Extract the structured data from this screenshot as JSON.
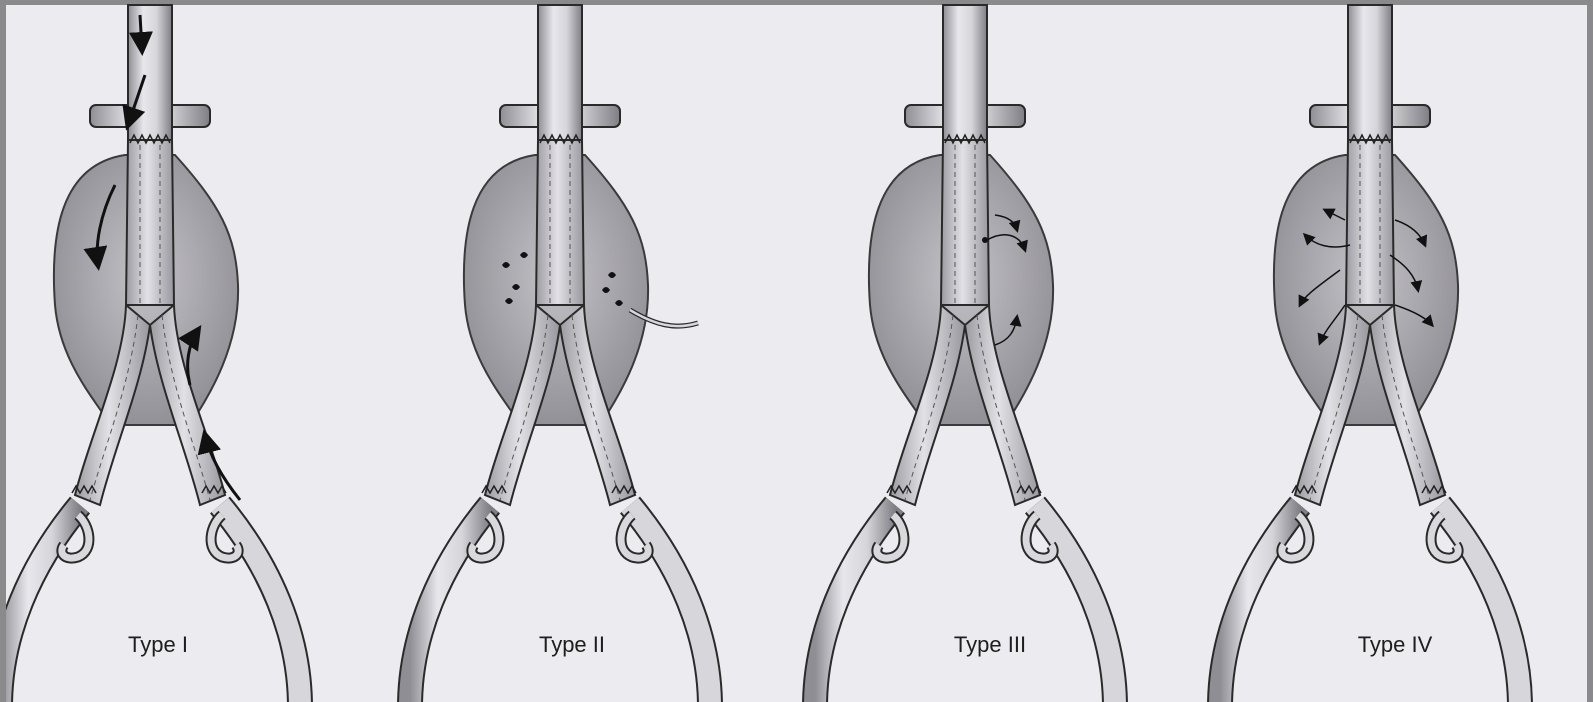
{
  "panels": [
    {
      "id": "type-1",
      "label": "Type I"
    },
    {
      "id": "type-2",
      "label": "Type II"
    },
    {
      "id": "type-3",
      "label": "Type III"
    },
    {
      "id": "type-4",
      "label": "Type IV"
    }
  ],
  "colors": {
    "background": "#ecebef",
    "vessel_fill": "#d4d3d8",
    "vessel_stroke": "#2a2a2a",
    "sac_fill": "#a9a8ad",
    "graft_fill": "#c9c8cd",
    "flow_arrow": "#111111"
  }
}
